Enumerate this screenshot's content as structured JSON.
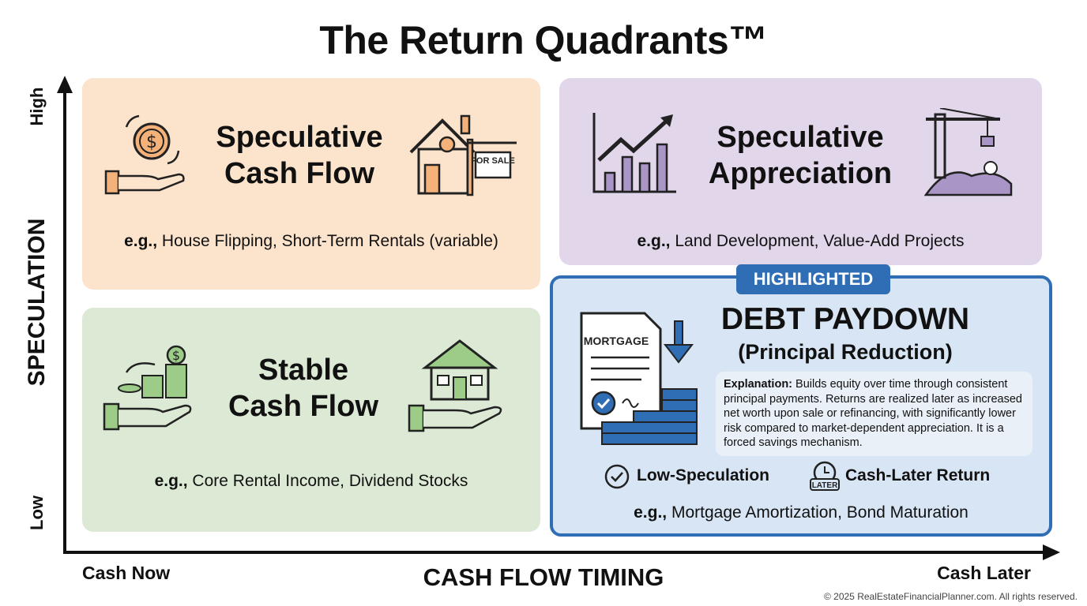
{
  "title": "The Return Quadrants™",
  "axes": {
    "y_label": "SPECULATION",
    "y_high": "High",
    "y_low": "Low",
    "x_label": "CASH FLOW TIMING",
    "x_left": "Cash Now",
    "x_right": "Cash Later"
  },
  "quadrants": {
    "top_left": {
      "title_line1": "Speculative",
      "title_line2": "Cash Flow",
      "eg_prefix": "e.g.,",
      "examples": "House Flipping, Short-Term Rentals (variable)",
      "sign": "FOR SALE",
      "color": "#fce3cb"
    },
    "top_right": {
      "title_line1": "Speculative",
      "title_line2": "Appreciation",
      "eg_prefix": "e.g.,",
      "examples": "Land Development, Value-Add Projects",
      "color": "#e1d6ea"
    },
    "bottom_left": {
      "title_line1": "Stable",
      "title_line2": "Cash Flow",
      "eg_prefix": "e.g.,",
      "examples": "Core Rental Income, Dividend Stocks",
      "color": "#dcead5"
    },
    "bottom_right": {
      "badge": "HIGHLIGHTED",
      "title": "DEBT PAYDOWN",
      "subtitle": "(Principal Reduction)",
      "doc_label": "MORTGAGE",
      "explanation_label": "Explanation:",
      "explanation": "Builds equity over time through consistent principal payments. Returns are realized later as increased net worth upon sale or refinancing, with significantly lower risk compared to market-dependent appreciation. It is a forced savings mechanism.",
      "tag1": "Low-Speculation",
      "tag2_icon_text": "LATER",
      "tag2": "Cash-Later Return",
      "eg_prefix": "e.g.,",
      "examples": "Mortgage Amortization, Bond Maturation",
      "color": "#d7e5f4",
      "accent": "#2f6db5"
    }
  },
  "footer": "© 2025 RealEstateFinancialPlanner.com. All rights reserved."
}
